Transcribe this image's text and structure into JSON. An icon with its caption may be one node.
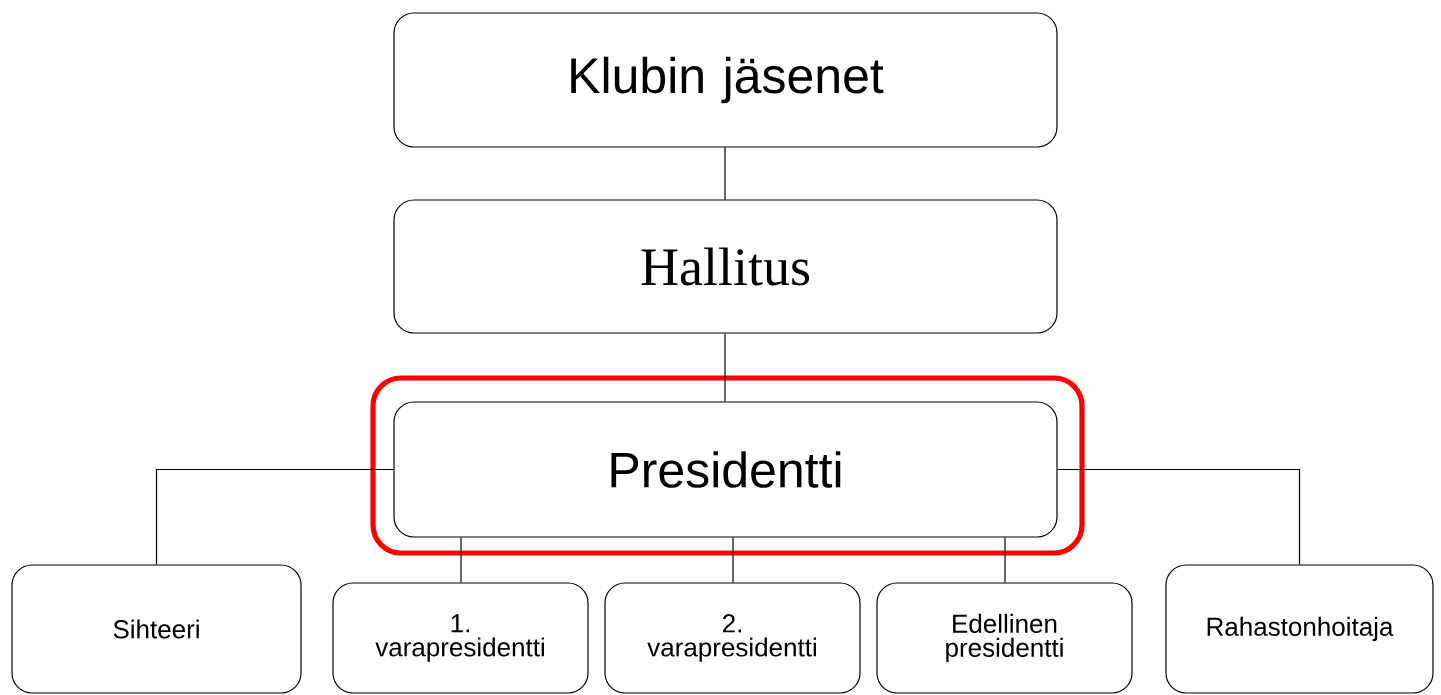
{
  "diagram": {
    "nodes": [
      {
        "text": [
          "Klubin jäsenet"
        ]
      },
      {
        "text": [
          "Hallitus"
        ]
      },
      {
        "text": [],
        "shape": "box"
      },
      {
        "text": [
          "Presidentti"
        ],
        "in": 2
      },
      {
        "text": [
          "Sihteeri"
        ]
      },
      {
        "text": [
          "1. varapresidentti"
        ]
      },
      {
        "text": [
          "2. varapresidentti"
        ]
      },
      {
        "text": [
          "Edellinen presidentti"
        ]
      },
      {
        "text": [
          "Rahastonhoitaja"
        ]
      }
    ],
    "edges": [
      {
        "from": 0,
        "to": 1,
        "arrow": "none"
      },
      {
        "from": 1,
        "to": 3,
        "arrow": "none"
      },
      {
        "from": 3,
        "to": 4,
        "arrow": "none"
      },
      {
        "from": 3,
        "to": 5,
        "arrow": "none"
      },
      {
        "from": 3,
        "to": 6,
        "arrow": "none"
      },
      {
        "from": 3,
        "to": 7,
        "arrow": "none"
      },
      {
        "from": 3,
        "to": 8,
        "arrow": "none"
      }
    ]
  }
}
